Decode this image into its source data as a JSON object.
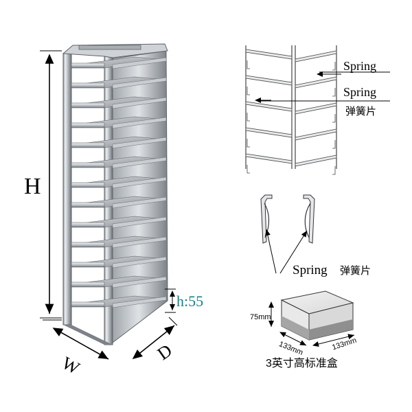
{
  "rack": {
    "height_label": "H",
    "shelf_label": "h:55",
    "width_label": "W",
    "depth_label": "D"
  },
  "detail_top": {
    "spring_label_1": "Spring",
    "spring_label_2": "Spring",
    "spring_cn": "弹簧片"
  },
  "detail_mid": {
    "spring_label": "Spring",
    "spring_cn": "弹簧片"
  },
  "box": {
    "height_label": "75mm",
    "width_label": "133mm",
    "depth_label": "133mm",
    "caption": "3英寸高标准盒"
  },
  "colors": {
    "dimension_line": "#000000",
    "shelf_label": "#1a7f86",
    "steel_light": "#e6e8ea",
    "steel_dark": "#6e7379"
  },
  "icons": [
    "arrow-icon"
  ]
}
